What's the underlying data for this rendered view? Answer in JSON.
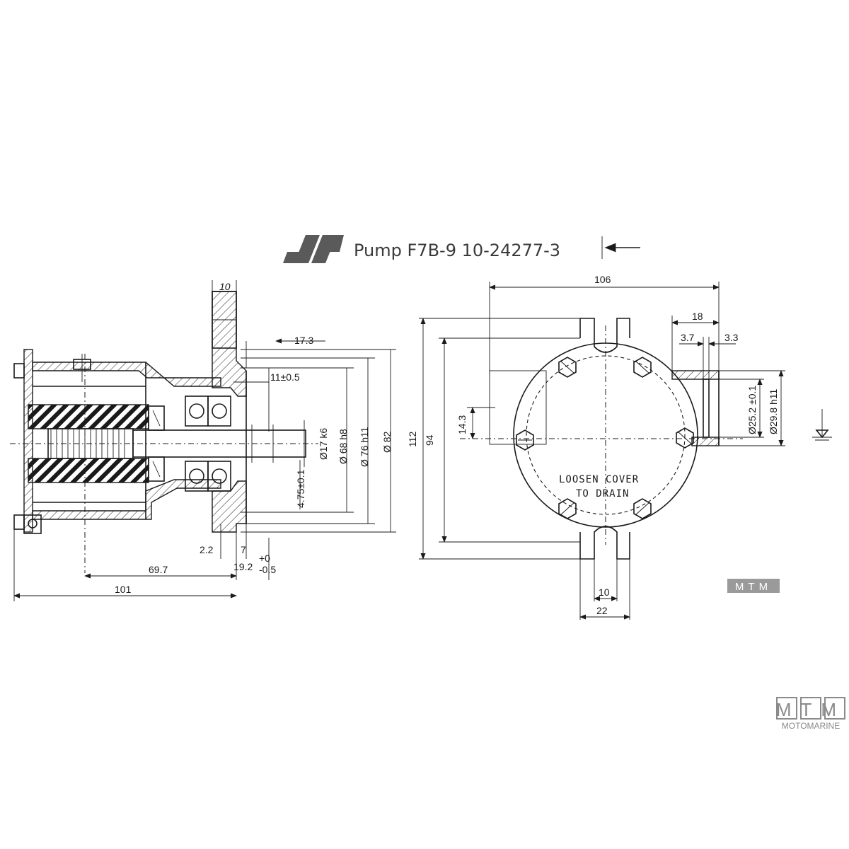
{
  "title": {
    "text": "Pump F7B-9  10-24277-3"
  },
  "colors": {
    "line": "#1a1a1a",
    "logo": "#5a5a5a",
    "watermark": "#8a8a8a"
  },
  "side_view": {
    "dims": {
      "d10": "10",
      "d17_3": "17.3",
      "d11": "11±0.5",
      "d17k6": "Ø17 k6",
      "d68h8": "Ø 68 h8",
      "d76h11": "Ø 76 h11",
      "d82": "Ø 82",
      "d4_75": "4.75±0.1",
      "d2_2": "2.2",
      "d7": "7",
      "d19_2": "19.2",
      "tol_plus": "+0",
      "tol_minus": "-0.5",
      "d69_7": "69.7",
      "d101": "101"
    }
  },
  "front_view": {
    "dims": {
      "d106": "106",
      "d18": "18",
      "d3_7": "3.7",
      "d3_3": "3.3",
      "d112": "112",
      "d94": "94",
      "d14_3": "14.3",
      "d25_2": "Ø25.2 ±0.1",
      "d29_8": "Ø29.8 h11",
      "d10": "10",
      "d22": "22"
    },
    "note_line1": "LOOSEN COVER",
    "note_line2": "TO DRAIN"
  },
  "watermark_small": {
    "text": "MTM"
  },
  "brand": {
    "letters": "MTM",
    "name": "MOTOMARINE"
  }
}
